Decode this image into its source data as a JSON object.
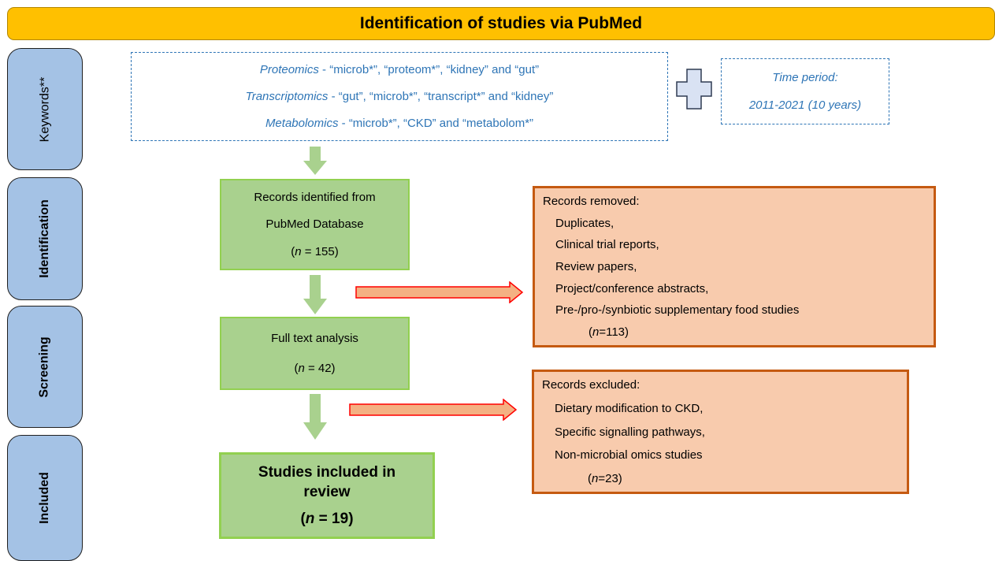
{
  "title": "Identification of studies via PubMed",
  "stages": {
    "keywords": "Keywords**",
    "identification": "Identification",
    "screening": "Screening",
    "included": "Included"
  },
  "keywords": [
    {
      "field": "Proteomics",
      "terms": " - “microb*”, “proteom*”, “kidney” and “gut”"
    },
    {
      "field": "Transcriptomics",
      "terms": " - “gut”, “microb*”, “transcript*” and “kidney”"
    },
    {
      "field": "Metabolomics",
      "terms": " - “microb*”, “CKD” and “metabolom*”"
    }
  ],
  "time_period": {
    "label": "Time period:",
    "value": "2011-2021 (10 years)"
  },
  "identified": {
    "line1": "Records identified from",
    "line2": "PubMed Database",
    "n_label": "n",
    "n_value": " = 155)"
  },
  "screened": {
    "line1": "Full text analysis",
    "n_label": "n",
    "n_value": " = 42)"
  },
  "included": {
    "line1": "Studies included in",
    "line2": "review",
    "n_label": "n",
    "n_value": " = 19)"
  },
  "removed": {
    "header": "Records removed:",
    "items": [
      "Duplicates,",
      "Clinical trial reports,",
      "Review papers,",
      "Project/conference abstracts,",
      "Pre-/pro-/synbiotic supplementary food studies"
    ],
    "n_label": "n",
    "n_value": "=113)"
  },
  "excluded": {
    "header": "Records excluded:",
    "items": [
      "Dietary modification to CKD,",
      "Specific signalling pathways,",
      "Non-microbial omics studies"
    ],
    "n_label": "n",
    "n_value": "=23)"
  },
  "colors": {
    "banner": "#ffc000",
    "stage": "#a4c2e5",
    "green_fill": "#a9d18e",
    "green_border": "#92d050",
    "orange_fill": "#f8cbad",
    "orange_border": "#c55a11",
    "keyword_text": "#2e75b6",
    "arrow_red": "#ff0000"
  }
}
